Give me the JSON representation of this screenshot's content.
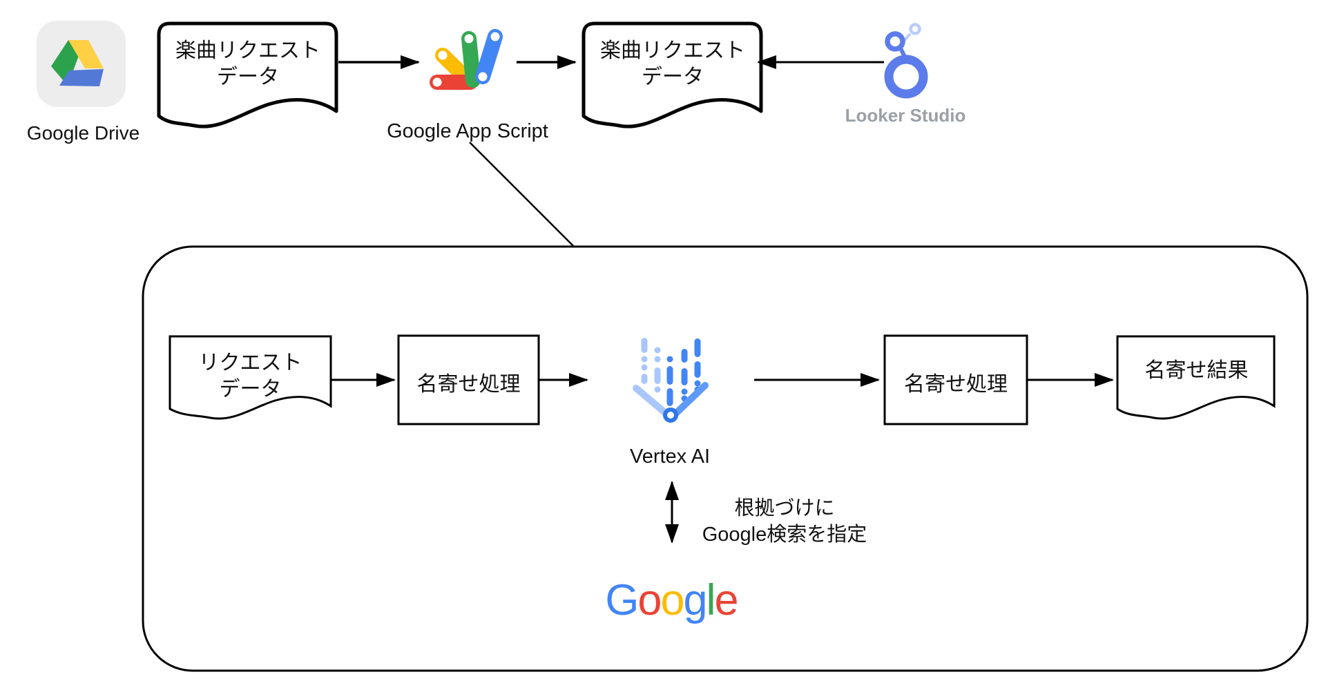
{
  "colors": {
    "google_blue": "#4285F4",
    "google_red": "#EA4335",
    "google_yellow": "#FBBC05",
    "google_green": "#34A853",
    "drive_bg": "#EDEDEE",
    "drive_green": "#2CA24C",
    "drive_yellow": "#FFCF44",
    "drive_blue": "#5379D6",
    "looker_blue": "#5C7CEB",
    "looker_light": "#B9CDFB",
    "looker_label_gray": "#9AA0A6",
    "vertex_light": "#A9C7FB",
    "vertex_mid": "#5E9AF8",
    "vertex_blue": "#4285F4",
    "vertex_deep": "#3176E8",
    "line_black": "#000000"
  },
  "top_row": {
    "google_drive": {
      "label": "Google Drive"
    },
    "music_request_doc_1": {
      "line1": "楽曲リクエスト",
      "line2": "データ"
    },
    "app_script": {
      "label": "Google App Script"
    },
    "music_request_doc_2": {
      "line1": "楽曲リクエスト",
      "line2": "データ"
    },
    "looker": {
      "label": "Looker Studio"
    }
  },
  "pipeline": {
    "request_doc": {
      "line1": "リクエスト",
      "line2": "データ"
    },
    "dedupe_box_1": {
      "label": "名寄せ処理"
    },
    "vertex_ai": {
      "label": "Vertex AI"
    },
    "dedupe_box_2": {
      "label": "名寄せ処理"
    },
    "result_doc": {
      "label": "名寄せ結果"
    },
    "grounding_note": {
      "line1": "根拠づけに",
      "line2": "Google検索を指定"
    },
    "google_logo": {
      "letters": [
        {
          "ch": "G",
          "style": "color:#4285F4"
        },
        {
          "ch": "o",
          "style": "color:#EA4335"
        },
        {
          "ch": "o",
          "style": "color:#FBBC05"
        },
        {
          "ch": "g",
          "style": "color:#4285F4"
        },
        {
          "ch": "l",
          "style": "color:#34A853"
        },
        {
          "ch": "e",
          "style": "color:#EA4335"
        }
      ]
    }
  }
}
